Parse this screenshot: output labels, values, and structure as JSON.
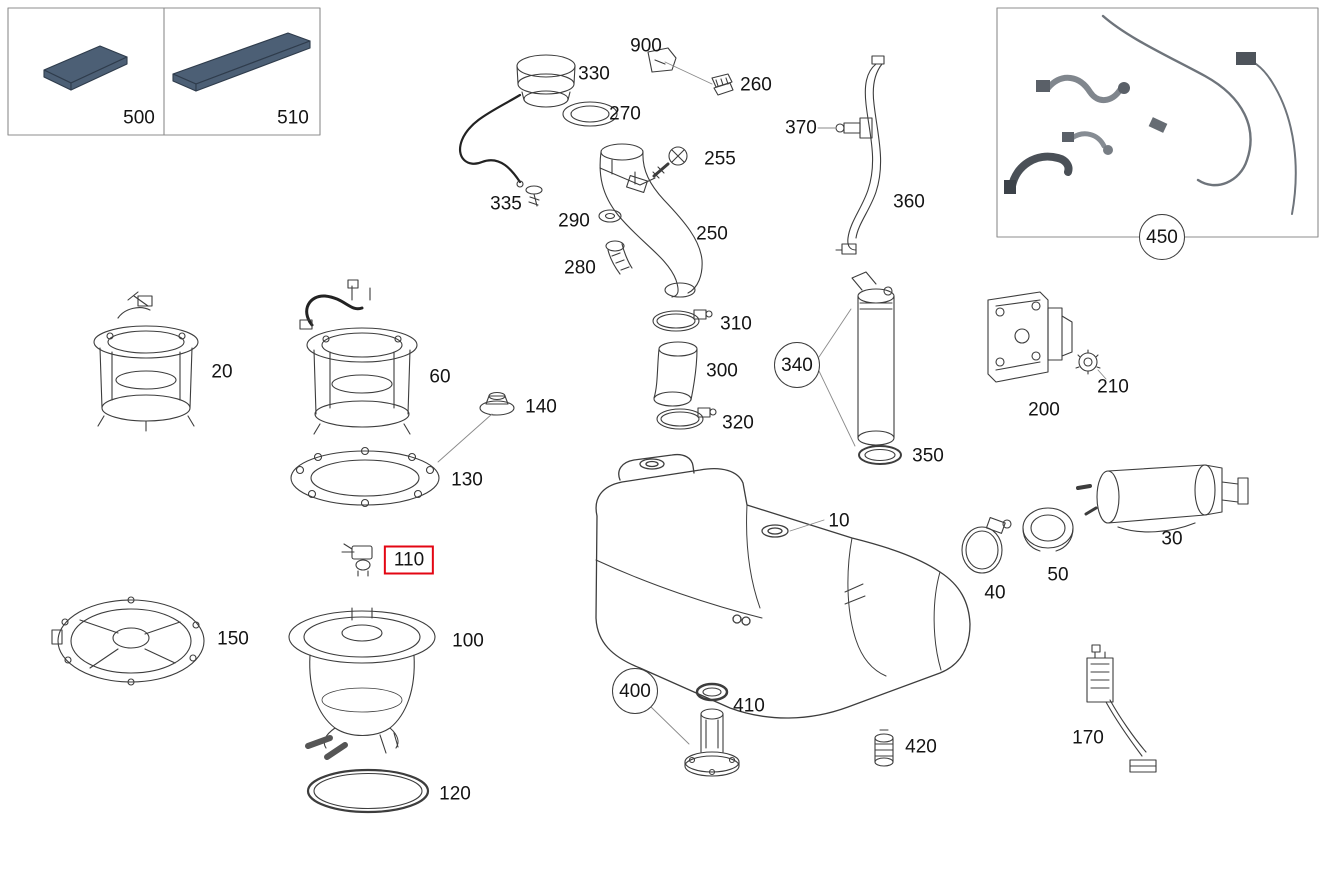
{
  "diagram": {
    "type": "exploded-parts-diagram",
    "highlighted_part": "110",
    "colors": {
      "highlight": "#e30613",
      "ink": "#3d3d3d",
      "pad-fill": "#4c5f75",
      "box-border": "#8c8c8c"
    },
    "callouts": [
      {
        "label": "500",
        "style": "plain"
      },
      {
        "label": "510",
        "style": "plain"
      },
      {
        "label": "900",
        "style": "plain"
      },
      {
        "label": "330",
        "style": "plain"
      },
      {
        "label": "260",
        "style": "plain"
      },
      {
        "label": "270",
        "style": "plain"
      },
      {
        "label": "370",
        "style": "plain"
      },
      {
        "label": "255",
        "style": "plain"
      },
      {
        "label": "335",
        "style": "plain"
      },
      {
        "label": "290",
        "style": "plain"
      },
      {
        "label": "250",
        "style": "plain"
      },
      {
        "label": "360",
        "style": "plain"
      },
      {
        "label": "280",
        "style": "plain"
      },
      {
        "label": "450",
        "style": "circled"
      },
      {
        "label": "310",
        "style": "plain"
      },
      {
        "label": "20",
        "style": "plain"
      },
      {
        "label": "60",
        "style": "plain"
      },
      {
        "label": "300",
        "style": "plain"
      },
      {
        "label": "340",
        "style": "circled"
      },
      {
        "label": "210",
        "style": "plain"
      },
      {
        "label": "200",
        "style": "plain"
      },
      {
        "label": "140",
        "style": "plain"
      },
      {
        "label": "320",
        "style": "plain"
      },
      {
        "label": "130",
        "style": "plain"
      },
      {
        "label": "350",
        "style": "plain"
      },
      {
        "label": "10",
        "style": "plain"
      },
      {
        "label": "30",
        "style": "plain"
      },
      {
        "label": "50",
        "style": "plain"
      },
      {
        "label": "110",
        "style": "highlighted"
      },
      {
        "label": "40",
        "style": "plain"
      },
      {
        "label": "150",
        "style": "plain"
      },
      {
        "label": "100",
        "style": "plain"
      },
      {
        "label": "400",
        "style": "circled"
      },
      {
        "label": "410",
        "style": "plain"
      },
      {
        "label": "420",
        "style": "plain"
      },
      {
        "label": "170",
        "style": "plain"
      },
      {
        "label": "120",
        "style": "plain"
      }
    ]
  }
}
